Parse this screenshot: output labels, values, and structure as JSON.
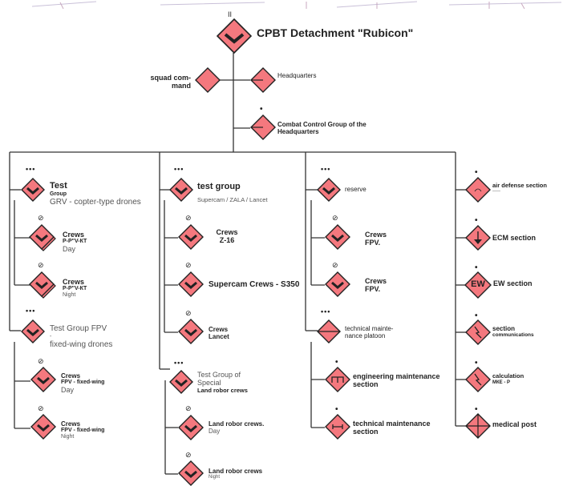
{
  "colors": {
    "fill": "#f4787e",
    "stroke": "#222222",
    "line": "#333333"
  },
  "root": {
    "title": "CPBT Detachment \"Rubicon\"",
    "echelon": "II"
  },
  "hq": {
    "squad_command": [
      "squad com-",
      "mand"
    ],
    "headquarters": "Headquarters",
    "combat_control": [
      "Combat Control Group of the",
      "Headquarters"
    ]
  },
  "col1": {
    "test": {
      "title": "Test",
      "sub": "Group",
      "desc": "GRV - copter-type drones"
    },
    "crew_day": {
      "title": "Crews",
      "code": "Р-Р\"V-КТ",
      "shift": "Day"
    },
    "crew_night": {
      "title": "Crews",
      "code": "Р-Р\"V-КТ",
      "shift": "Night"
    },
    "fpv_group": {
      "title": "Test Group FPV",
      "dash": "-",
      "desc": "fixed-wing drones"
    },
    "fw_day": {
      "title": "Crews",
      "code": "FPV - fixed-wing",
      "shift": "Day"
    },
    "fw_night": {
      "title": "Crews",
      "code": "FPV - fixed-wing",
      "shift": "Night"
    }
  },
  "col2": {
    "test_group": {
      "title": "test group",
      "desc": "Supercam / ZALA / Lancet"
    },
    "crews_z16": [
      "Crews",
      "Z-16"
    ],
    "supercam": "Supercam Crews - S350",
    "lancet": [
      "Crews",
      "Lancet"
    ],
    "special": {
      "l1": "Test Group of",
      "l2": "Special",
      "l3": "Land robor crews"
    },
    "robor_day": {
      "title": "Land robor crews.",
      "shift": "Day"
    },
    "robor_night": {
      "title": "Land robor crews",
      "shift": "Night"
    }
  },
  "col3": {
    "reserve": "reserve",
    "fpv1": [
      "Crews",
      "FPV."
    ],
    "fpv2": [
      "Crews",
      "FPV."
    ],
    "tech_platoon": [
      "technical mainte-",
      "nance platoon"
    ],
    "eng_section": [
      "engineering maintenance",
      "section"
    ],
    "tech_section": [
      "technical maintenance",
      "section"
    ]
  },
  "col4": {
    "air_defense": {
      "title": "air defense section",
      "sub": "——"
    },
    "ecm": "ECM section",
    "ew": {
      "title": "EW section",
      "symbol": "EW"
    },
    "comms": {
      "title": "section",
      "sub": "communications"
    },
    "calc": {
      "title": "calculation",
      "sub": "МКЕ - Р"
    },
    "medical": "medical post"
  }
}
